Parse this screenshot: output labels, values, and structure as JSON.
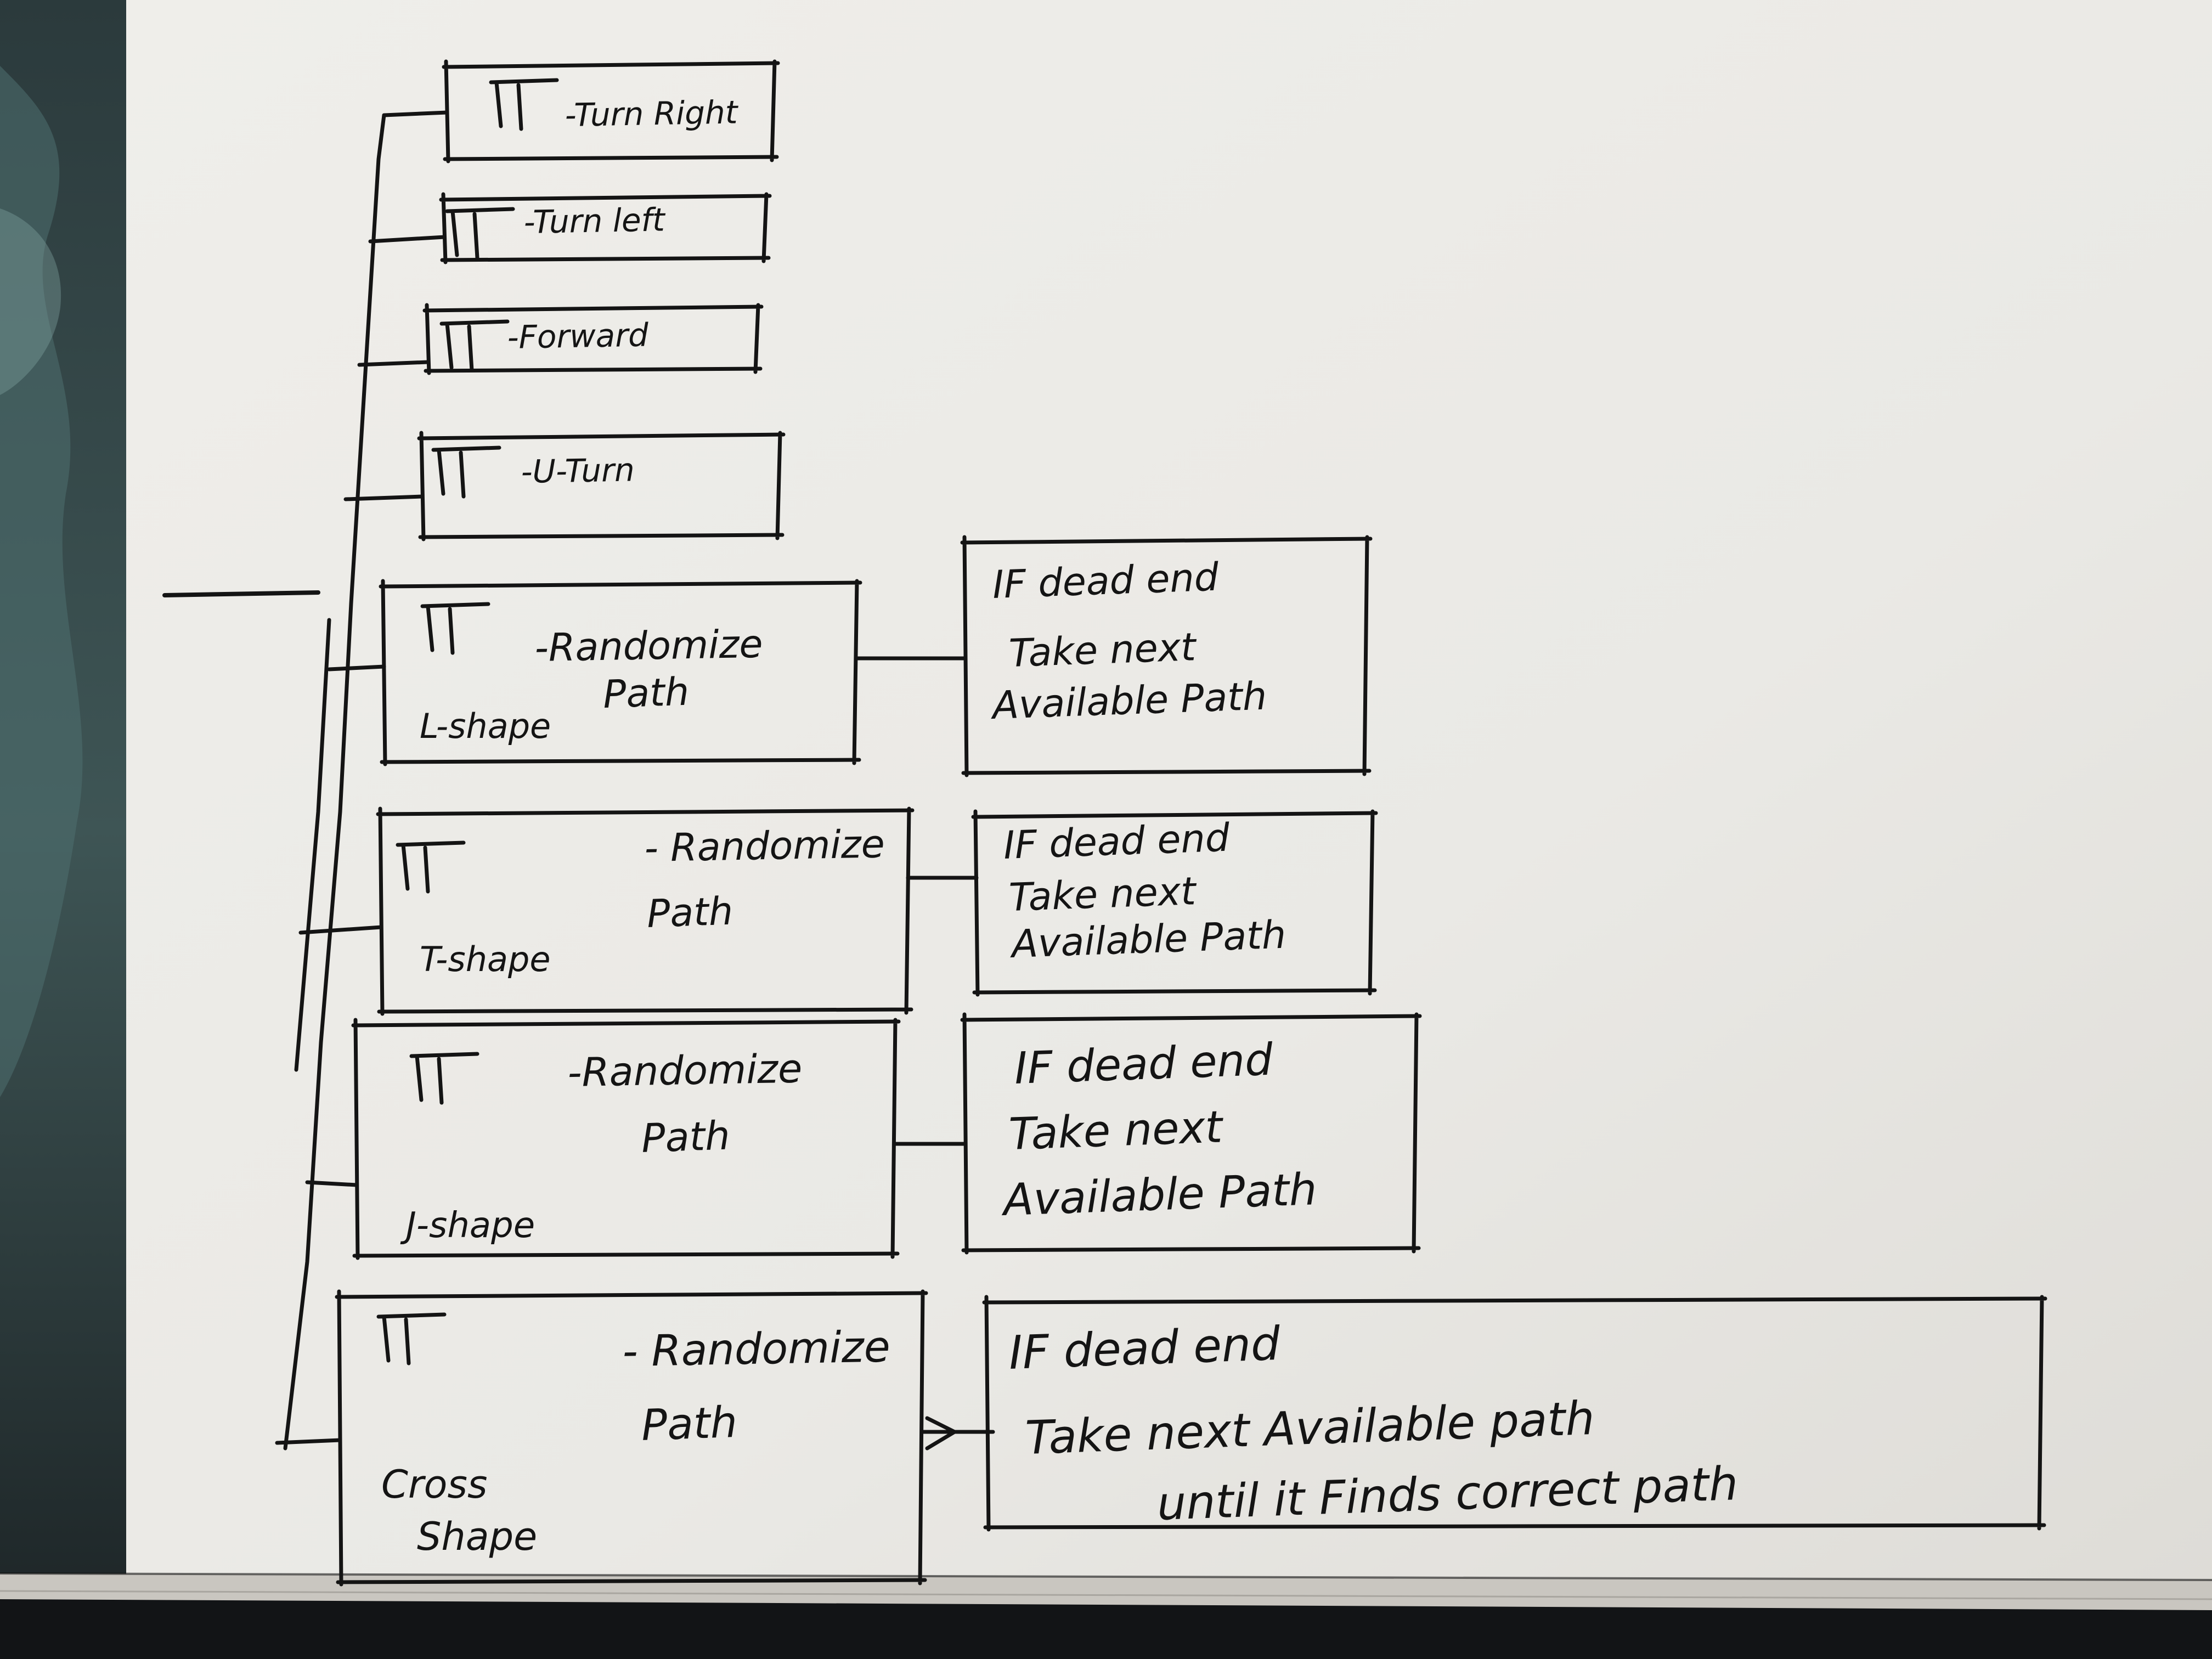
{
  "diagram": {
    "rows": [
      {
        "symbol": "turn-right-symbol",
        "label": "-Turn Right",
        "note": null
      },
      {
        "symbol": "turn-left-symbol",
        "label": "-Turn left",
        "note": null
      },
      {
        "symbol": "forward-symbol",
        "label": "-Forward",
        "note": null
      },
      {
        "symbol": "u-turn-symbol",
        "label": "-U-Turn",
        "note": null
      },
      {
        "symbol": "l-shape-symbol",
        "label": "-Randomize",
        "label2": "Path",
        "shape_name": "L-shape",
        "note": [
          "IF dead end",
          "Take next",
          "Available Path"
        ]
      },
      {
        "symbol": "t-shape-symbol",
        "label": "- Randomize",
        "label2": "Path",
        "shape_name": "T-shape",
        "note": [
          "IF dead end",
          "Take next",
          "Available Path"
        ]
      },
      {
        "symbol": "j-shape-symbol",
        "label": "-Randomize",
        "label2": "Path",
        "shape_name": "J-shape",
        "note": [
          "IF dead end",
          "Take next",
          "Available Path"
        ]
      },
      {
        "symbol": "cross-shape-symbol",
        "label": "- Randomize",
        "label2": "Path",
        "shape_name": "Cross",
        "shape_name2": "Shape",
        "note": [
          "IF dead end",
          "Take next Available path",
          "until it Finds correct path"
        ]
      }
    ]
  },
  "colors": {
    "paper": "#ecebe7",
    "ink": "#141414",
    "background": "#1f2a2c"
  }
}
